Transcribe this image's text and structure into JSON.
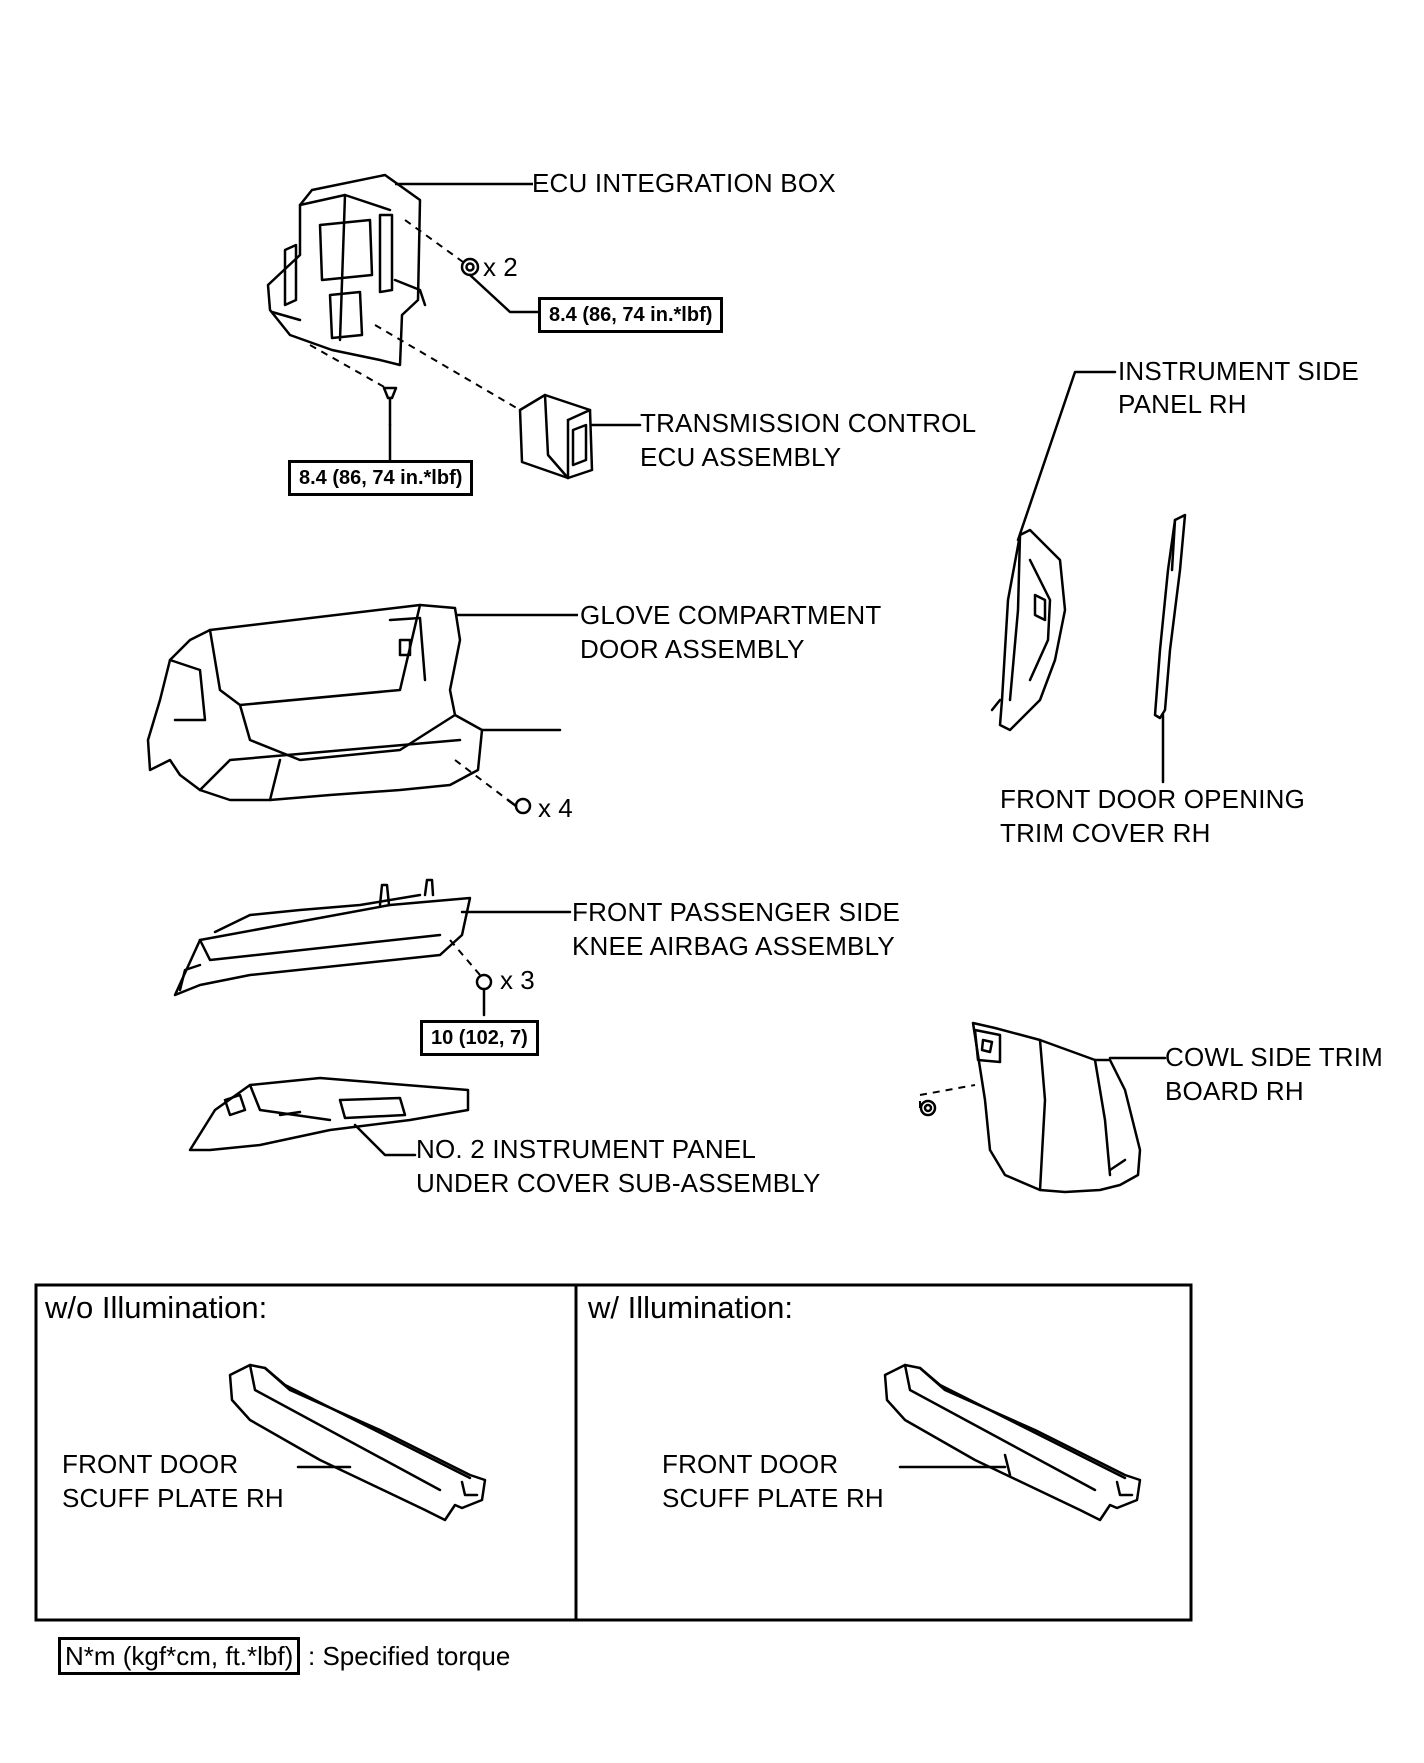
{
  "labels": {
    "ecu_box": "ECU INTEGRATION BOX",
    "tcu_1": "TRANSMISSION CONTROL",
    "tcu_2": "ECU ASSEMBLY",
    "glove_1": "GLOVE COMPARTMENT",
    "glove_2": "DOOR ASSEMBLY",
    "knee_1": "FRONT PASSENGER SIDE",
    "knee_2": "KNEE AIRBAG ASSEMBLY",
    "under_1": "NO. 2 INSTRUMENT PANEL",
    "under_2": "UNDER COVER SUB-ASSEMBLY",
    "side_panel_1": "INSTRUMENT SIDE",
    "side_panel_2": "PANEL RH",
    "door_trim_1": "FRONT DOOR OPENING",
    "door_trim_2": "TRIM COVER RH",
    "cowl_1": "COWL SIDE TRIM",
    "cowl_2": "BOARD RH"
  },
  "quantities": {
    "ecu_nuts": "x 2",
    "glove_screws": "x 4",
    "knee_bolts": "x 3"
  },
  "torques": {
    "ecu_nut": "8.4 (86, 74 in.*lbf)",
    "ecu_bolt": "8.4 (86, 74 in.*lbf)",
    "knee_bolt": "10 (102, 7)"
  },
  "variants": [
    {
      "heading": "w/o Illumination:",
      "label_1": "FRONT DOOR",
      "label_2": "SCUFF PLATE RH"
    },
    {
      "heading": "w/ Illumination:",
      "label_1": "FRONT DOOR",
      "label_2": "SCUFF PLATE RH"
    }
  ],
  "legend": {
    "unit_box": "N*m (kgf*cm, ft.*lbf)",
    "description": ": Specified torque"
  }
}
